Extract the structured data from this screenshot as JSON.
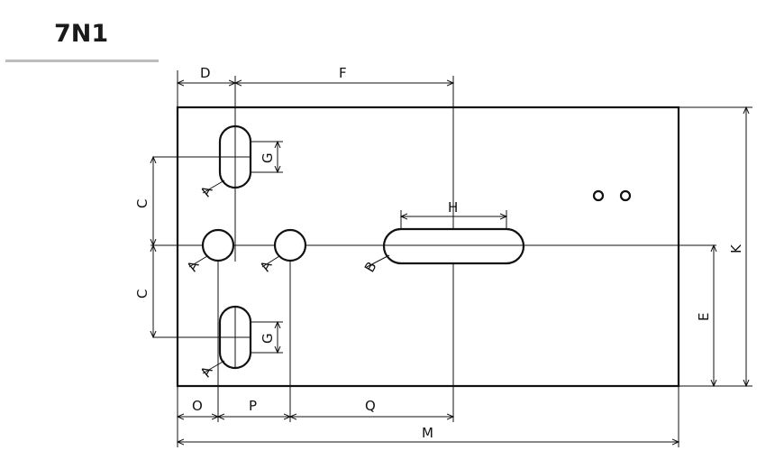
{
  "title": "7N1",
  "labels": {
    "D": "D",
    "F": "F",
    "C_top": "C",
    "C_bottom": "C",
    "G_top": "G",
    "G_bottom": "G",
    "H": "H",
    "K": "K",
    "E": "E",
    "O": "O",
    "P": "P",
    "Q": "Q",
    "M": "M",
    "A_slot_top": "A",
    "A_hole_left": "A",
    "A_hole_mid": "A",
    "A_slot_bottom": "A",
    "B": "B"
  }
}
